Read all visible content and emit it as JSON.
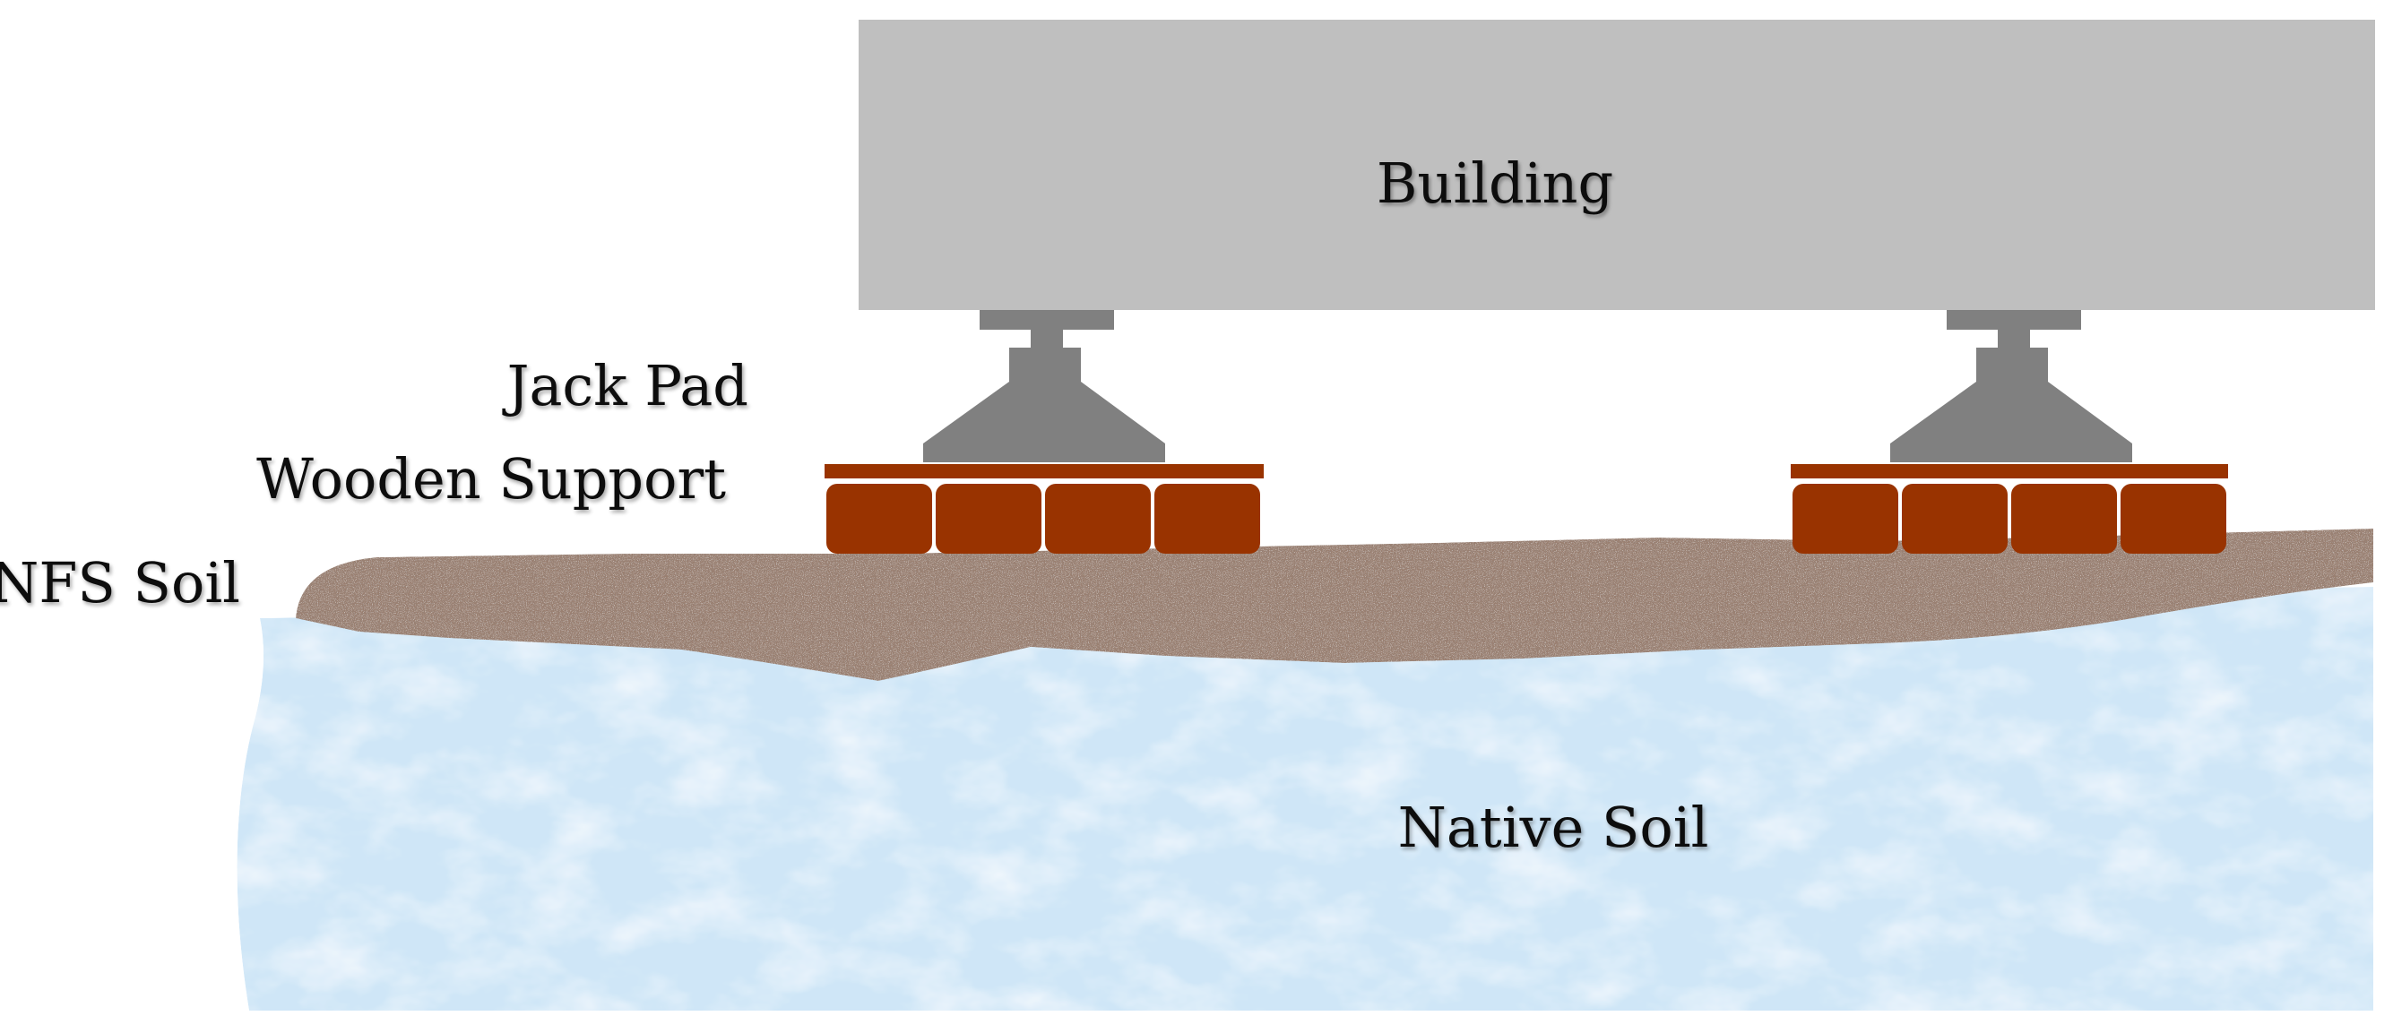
{
  "diagram": {
    "labels": {
      "building": "Building",
      "jack_pad": "Jack Pad",
      "wooden_support": "Wooden Support",
      "nfs_soil": "NFS Soil",
      "native_soil": "Native Soil"
    },
    "colors": {
      "building_fill": "#bfbfbf",
      "jack_fill": "#808080",
      "wood_fill": "#993300",
      "nfs_soil_base": "#9a7f70",
      "native_soil_base": "#cfe6f7"
    }
  }
}
